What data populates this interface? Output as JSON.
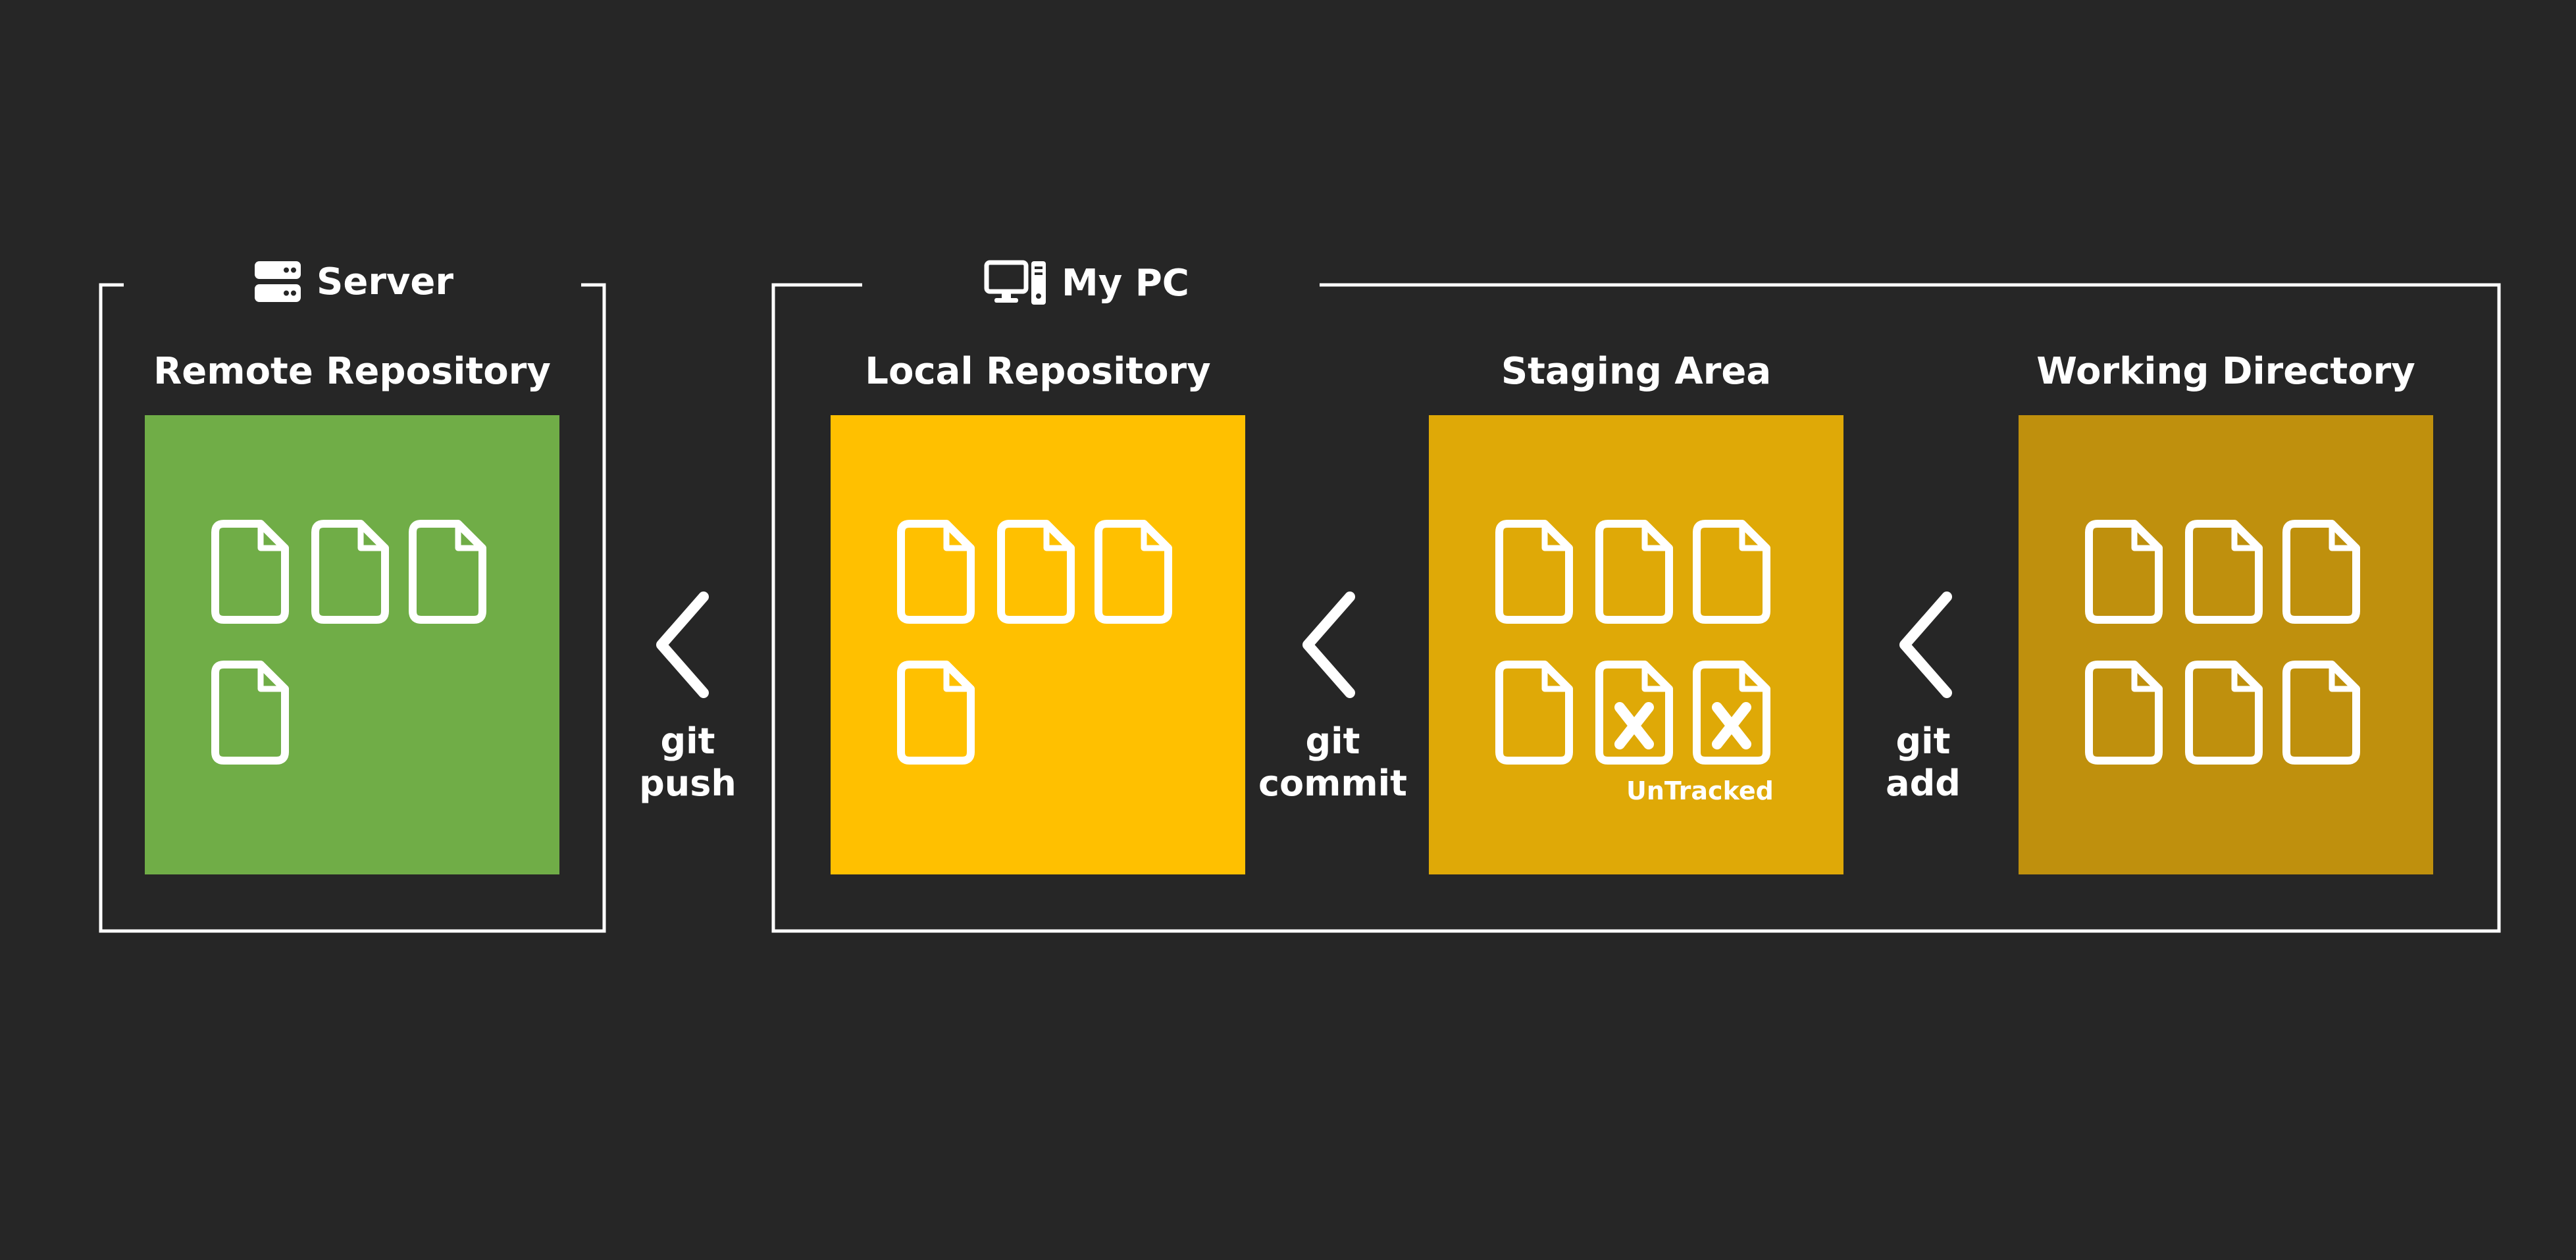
{
  "groups": {
    "server": {
      "label": "Server",
      "icon": "server-icon"
    },
    "my_pc": {
      "label": "My PC",
      "icon": "desktop-computer-icon"
    }
  },
  "areas": {
    "remote": {
      "title": "Remote Repository",
      "color": "#70AD47",
      "file_count": 4
    },
    "local": {
      "title": "Local Repository",
      "color": "#FFC000",
      "file_count": 4
    },
    "staging": {
      "title": "Staging Area",
      "color": "#DFA907",
      "file_count": 6,
      "untracked_count": 2,
      "untracked_label": "UnTracked"
    },
    "working": {
      "title": "Working Directory",
      "color": "#BF900D",
      "file_count": 6
    }
  },
  "actions": {
    "push": {
      "line1": "git",
      "line2": "push",
      "icon": "chevron-left-icon"
    },
    "commit": {
      "line1": "git",
      "line2": "commit",
      "icon": "chevron-left-icon"
    },
    "add": {
      "line1": "git",
      "line2": "add",
      "icon": "chevron-left-icon"
    }
  },
  "colors": {
    "background": "#262626",
    "foreground": "#FFFFFF"
  }
}
